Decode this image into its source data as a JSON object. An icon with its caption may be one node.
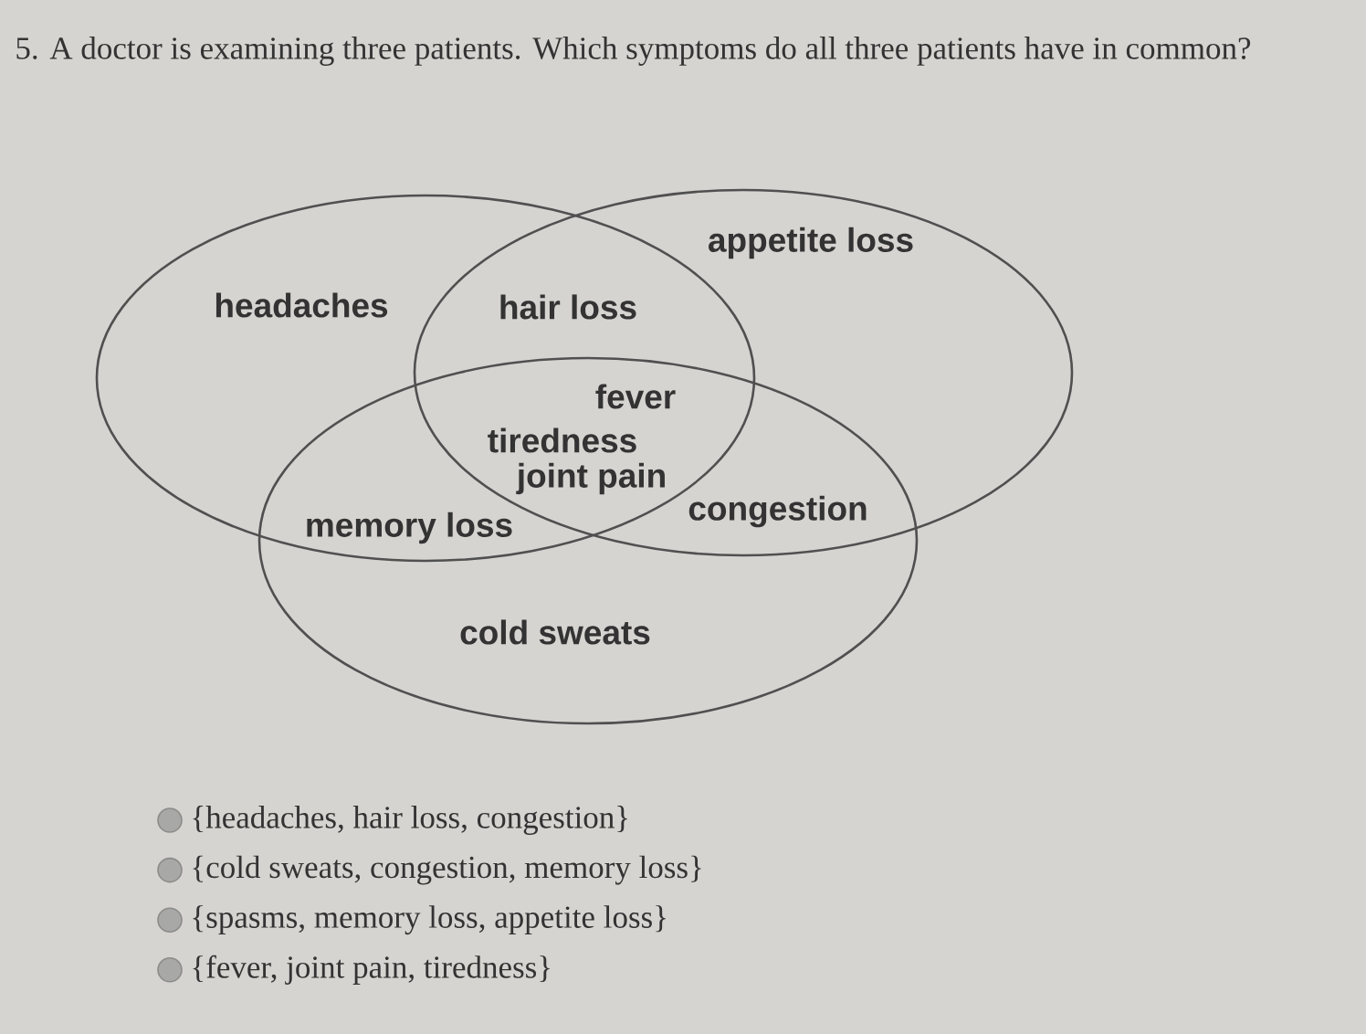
{
  "diagram": {
    "title": "5. A doctor is examining three patients. Which symptoms do all three patients have in common?",
    "nodes": [
      {
        "text": [],
        "shape": "ellipse"
      },
      {
        "text": [],
        "shape": "ellipse"
      },
      {
        "text": [],
        "shape": "ellipse"
      }
    ],
    "labels": [
      "appetite loss",
      "headaches",
      "hair loss",
      "fever",
      "tiredness",
      "joint pain",
      "memory loss",
      "congestion",
      "cold sweats",
      "{headaches, hair loss, congestion}",
      "{cold sweats, congestion, memory loss}",
      "{spasms, memory loss, appetite loss}",
      "{fever, joint pain, tiredness}"
    ]
  }
}
